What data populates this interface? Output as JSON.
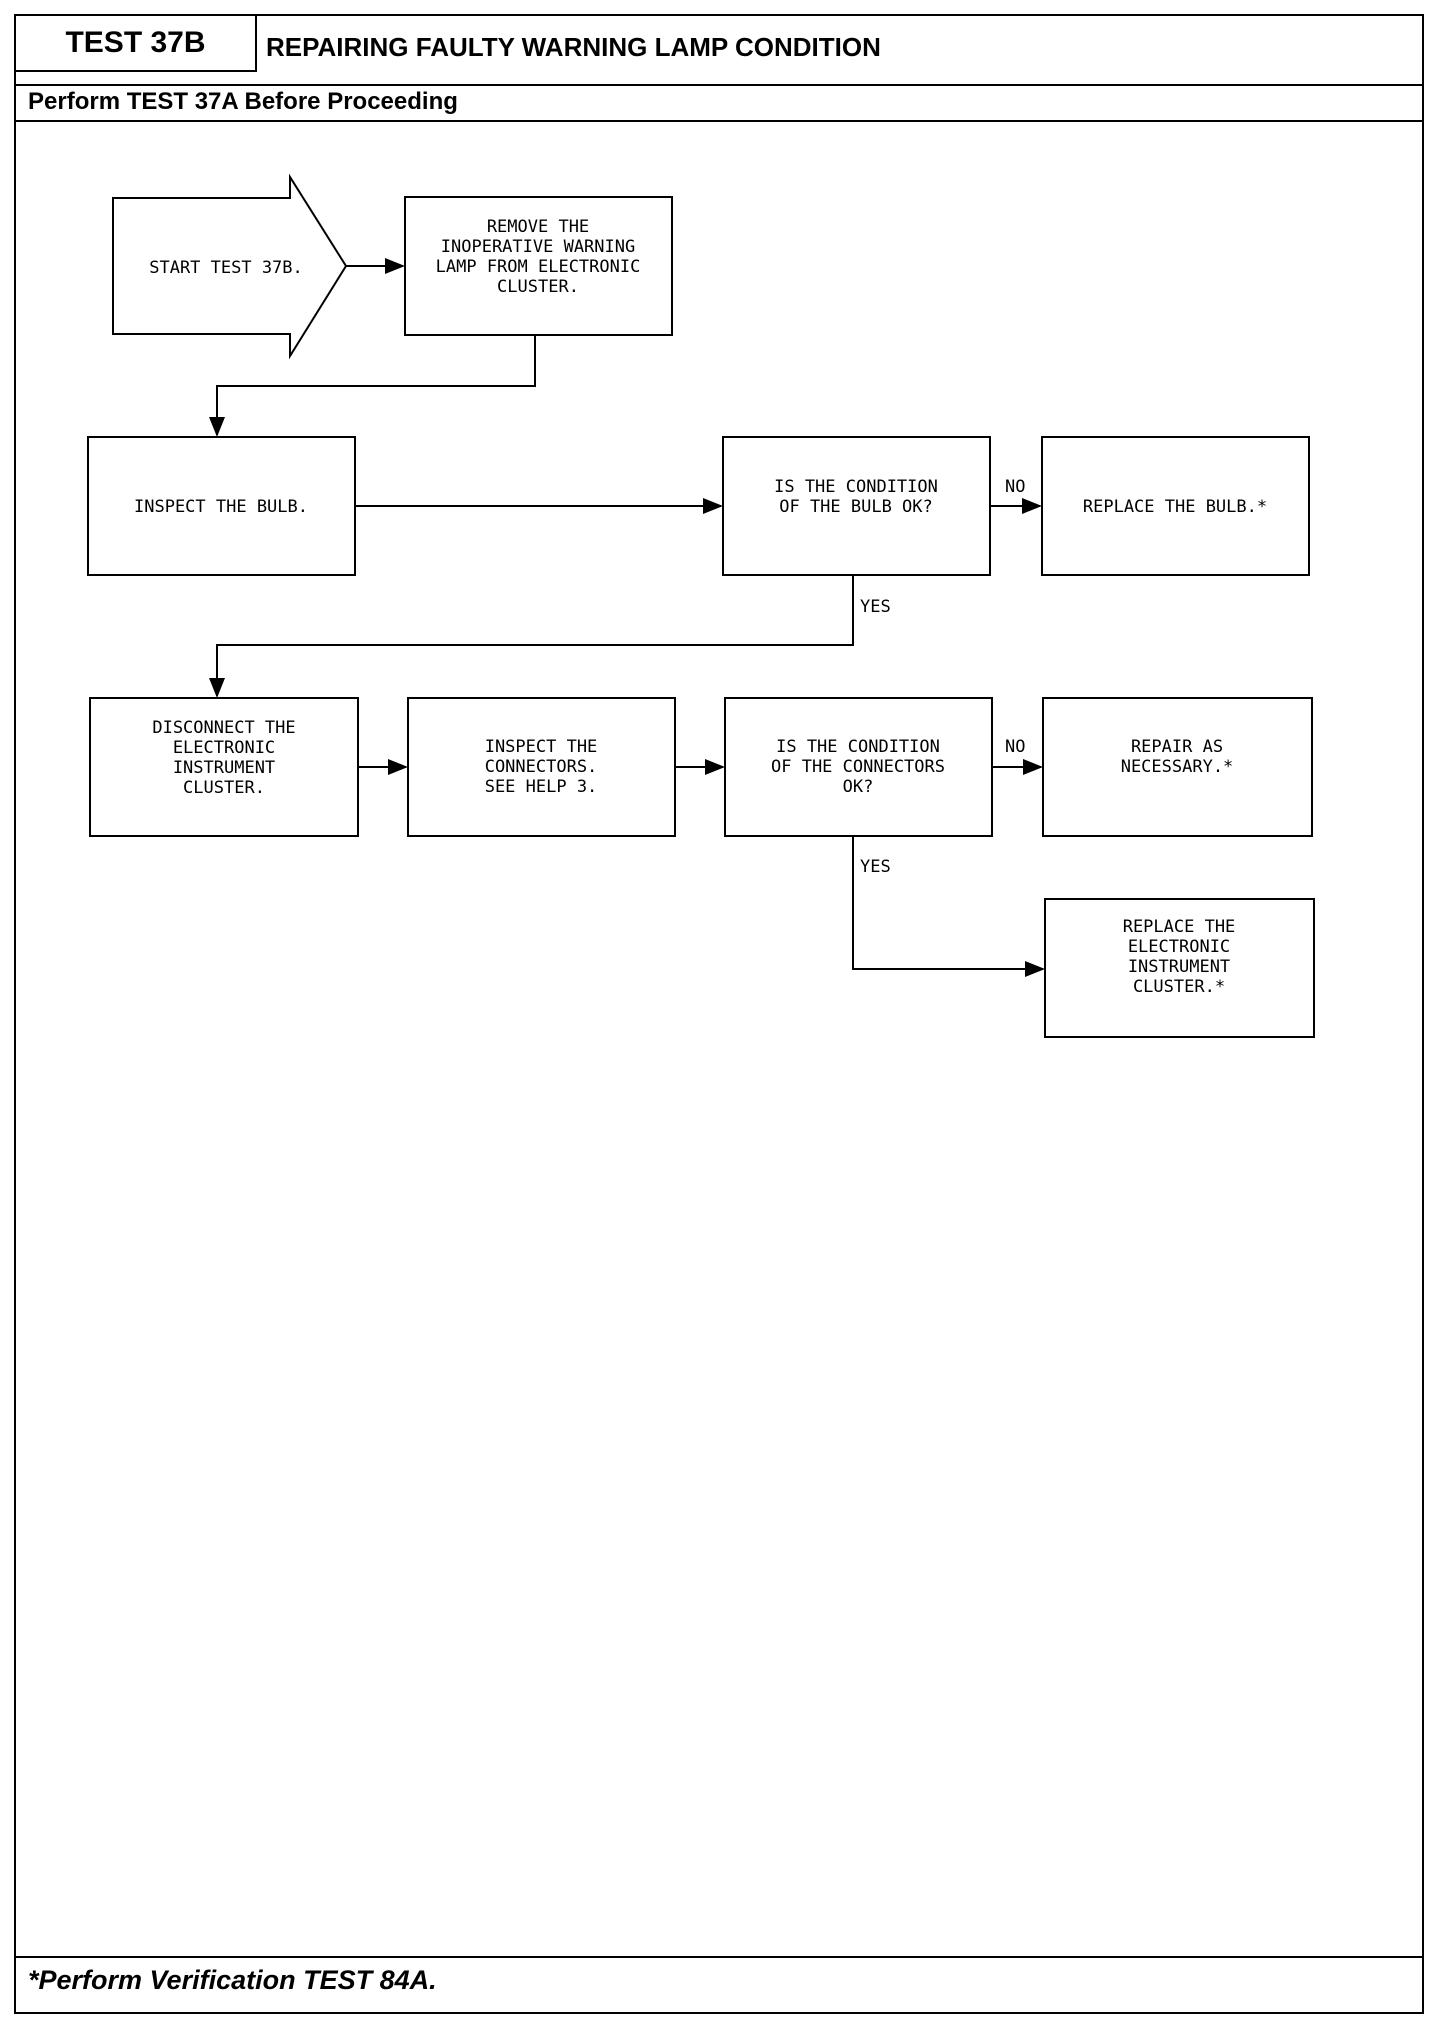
{
  "header": {
    "test_id": "TEST 37B",
    "title": "REPAIRING FAULTY WARNING LAMP CONDITION",
    "subtitle": "Perform TEST 37A Before Proceeding"
  },
  "flow": {
    "start": "START TEST 37B.",
    "remove_lamp": [
      "REMOVE THE",
      "INOPERATIVE WARNING",
      "LAMP FROM ELECTRONIC",
      "CLUSTER."
    ],
    "inspect_bulb": [
      "INSPECT THE BULB."
    ],
    "bulb_question": [
      "IS THE CONDITION",
      "OF THE BULB OK?"
    ],
    "replace_bulb": [
      "REPLACE THE BULB.*"
    ],
    "disconnect_cluster": [
      "DISCONNECT THE",
      "ELECTRONIC",
      "INSTRUMENT",
      "CLUSTER."
    ],
    "inspect_connectors": [
      "INSPECT THE",
      "CONNECTORS.",
      "SEE HELP 3."
    ],
    "connectors_question": [
      "IS THE CONDITION",
      "OF THE CONNECTORS",
      "OK?"
    ],
    "repair": [
      "REPAIR AS",
      "NECESSARY.*"
    ],
    "replace_cluster": [
      "REPLACE THE",
      "ELECTRONIC",
      "INSTRUMENT",
      "CLUSTER.*"
    ],
    "labels": {
      "no": "NO",
      "yes": "YES"
    }
  },
  "footer": {
    "note": "*Perform Verification TEST 84A."
  }
}
